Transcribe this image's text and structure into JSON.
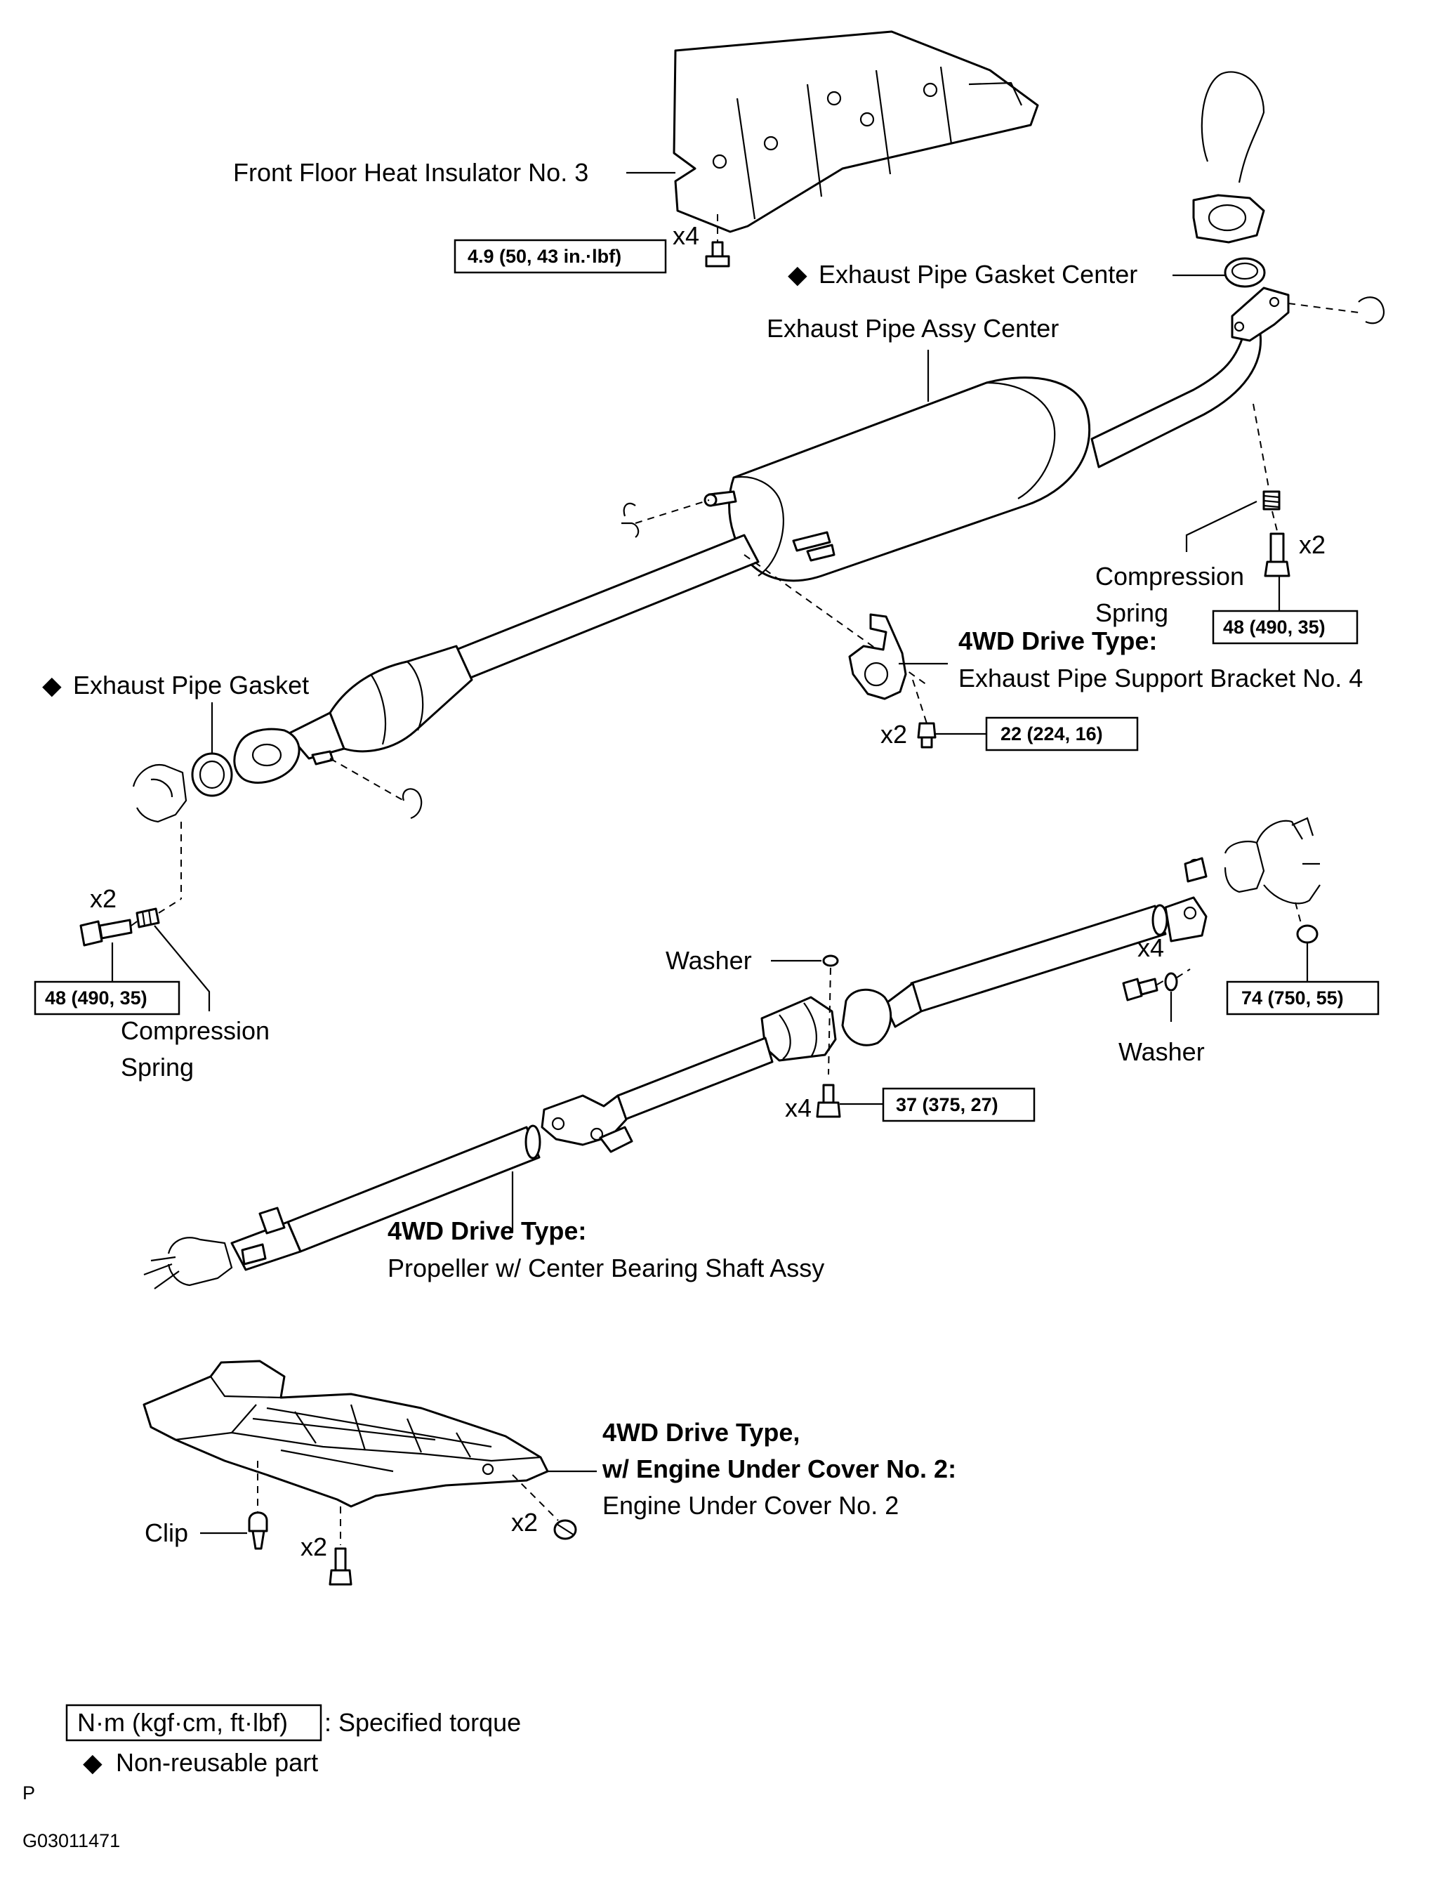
{
  "labels": {
    "front_floor_heat_insulator": "Front Floor Heat Insulator No. 3",
    "exhaust_pipe_gasket_center": "Exhaust Pipe Gasket Center",
    "exhaust_pipe_assy_center": "Exhaust Pipe Assy Center",
    "compression_spring_right_1": "Compression",
    "compression_spring_right_2": "Spring",
    "support_bracket_condition": "4WD Drive Type:",
    "support_bracket_name": "Exhaust Pipe Support Bracket No. 4",
    "exhaust_pipe_gasket": "Exhaust Pipe Gasket",
    "compression_spring_left_1": "Compression",
    "compression_spring_left_2": "Spring",
    "washer_center": "Washer",
    "washer_right": "Washer",
    "propeller_condition": "4WD Drive Type:",
    "propeller_name": "Propeller w/ Center Bearing Shaft Assy",
    "under_cover_condition_1": "4WD Drive Type,",
    "under_cover_condition_2": "w/ Engine Under Cover No. 2:",
    "under_cover_name": "Engine Under Cover No. 2",
    "clip": "Clip"
  },
  "quantities": {
    "insulator_bolts": "x4",
    "center_pipe_bolts": "x2",
    "bracket_bolts": "x2",
    "front_pipe_bolts": "x2",
    "washer_bolts": "x4",
    "bearing_bolts": "x4",
    "cover_bolts_right": "x2",
    "cover_bolts_center": "x2"
  },
  "torques": {
    "insulator": "4.9 (50, 43 in.·lbf)",
    "center_pipe": "48 (490, 35)",
    "bracket": "22 (224, 16)",
    "front_pipe": "48 (490, 35)",
    "flange_nut": "74 (750, 55)",
    "center_bearing": "37 (375, 27)"
  },
  "legend": {
    "torque_unit": "N·m (kgf·cm, ft·lbf)",
    "torque_desc": ": Specified torque",
    "non_reusable_symbol": "◆",
    "non_reusable_desc": "Non-reusable part"
  },
  "symbols": {
    "non_reusable": "◆"
  },
  "footer": {
    "mark": "P",
    "code": "G03011471"
  }
}
